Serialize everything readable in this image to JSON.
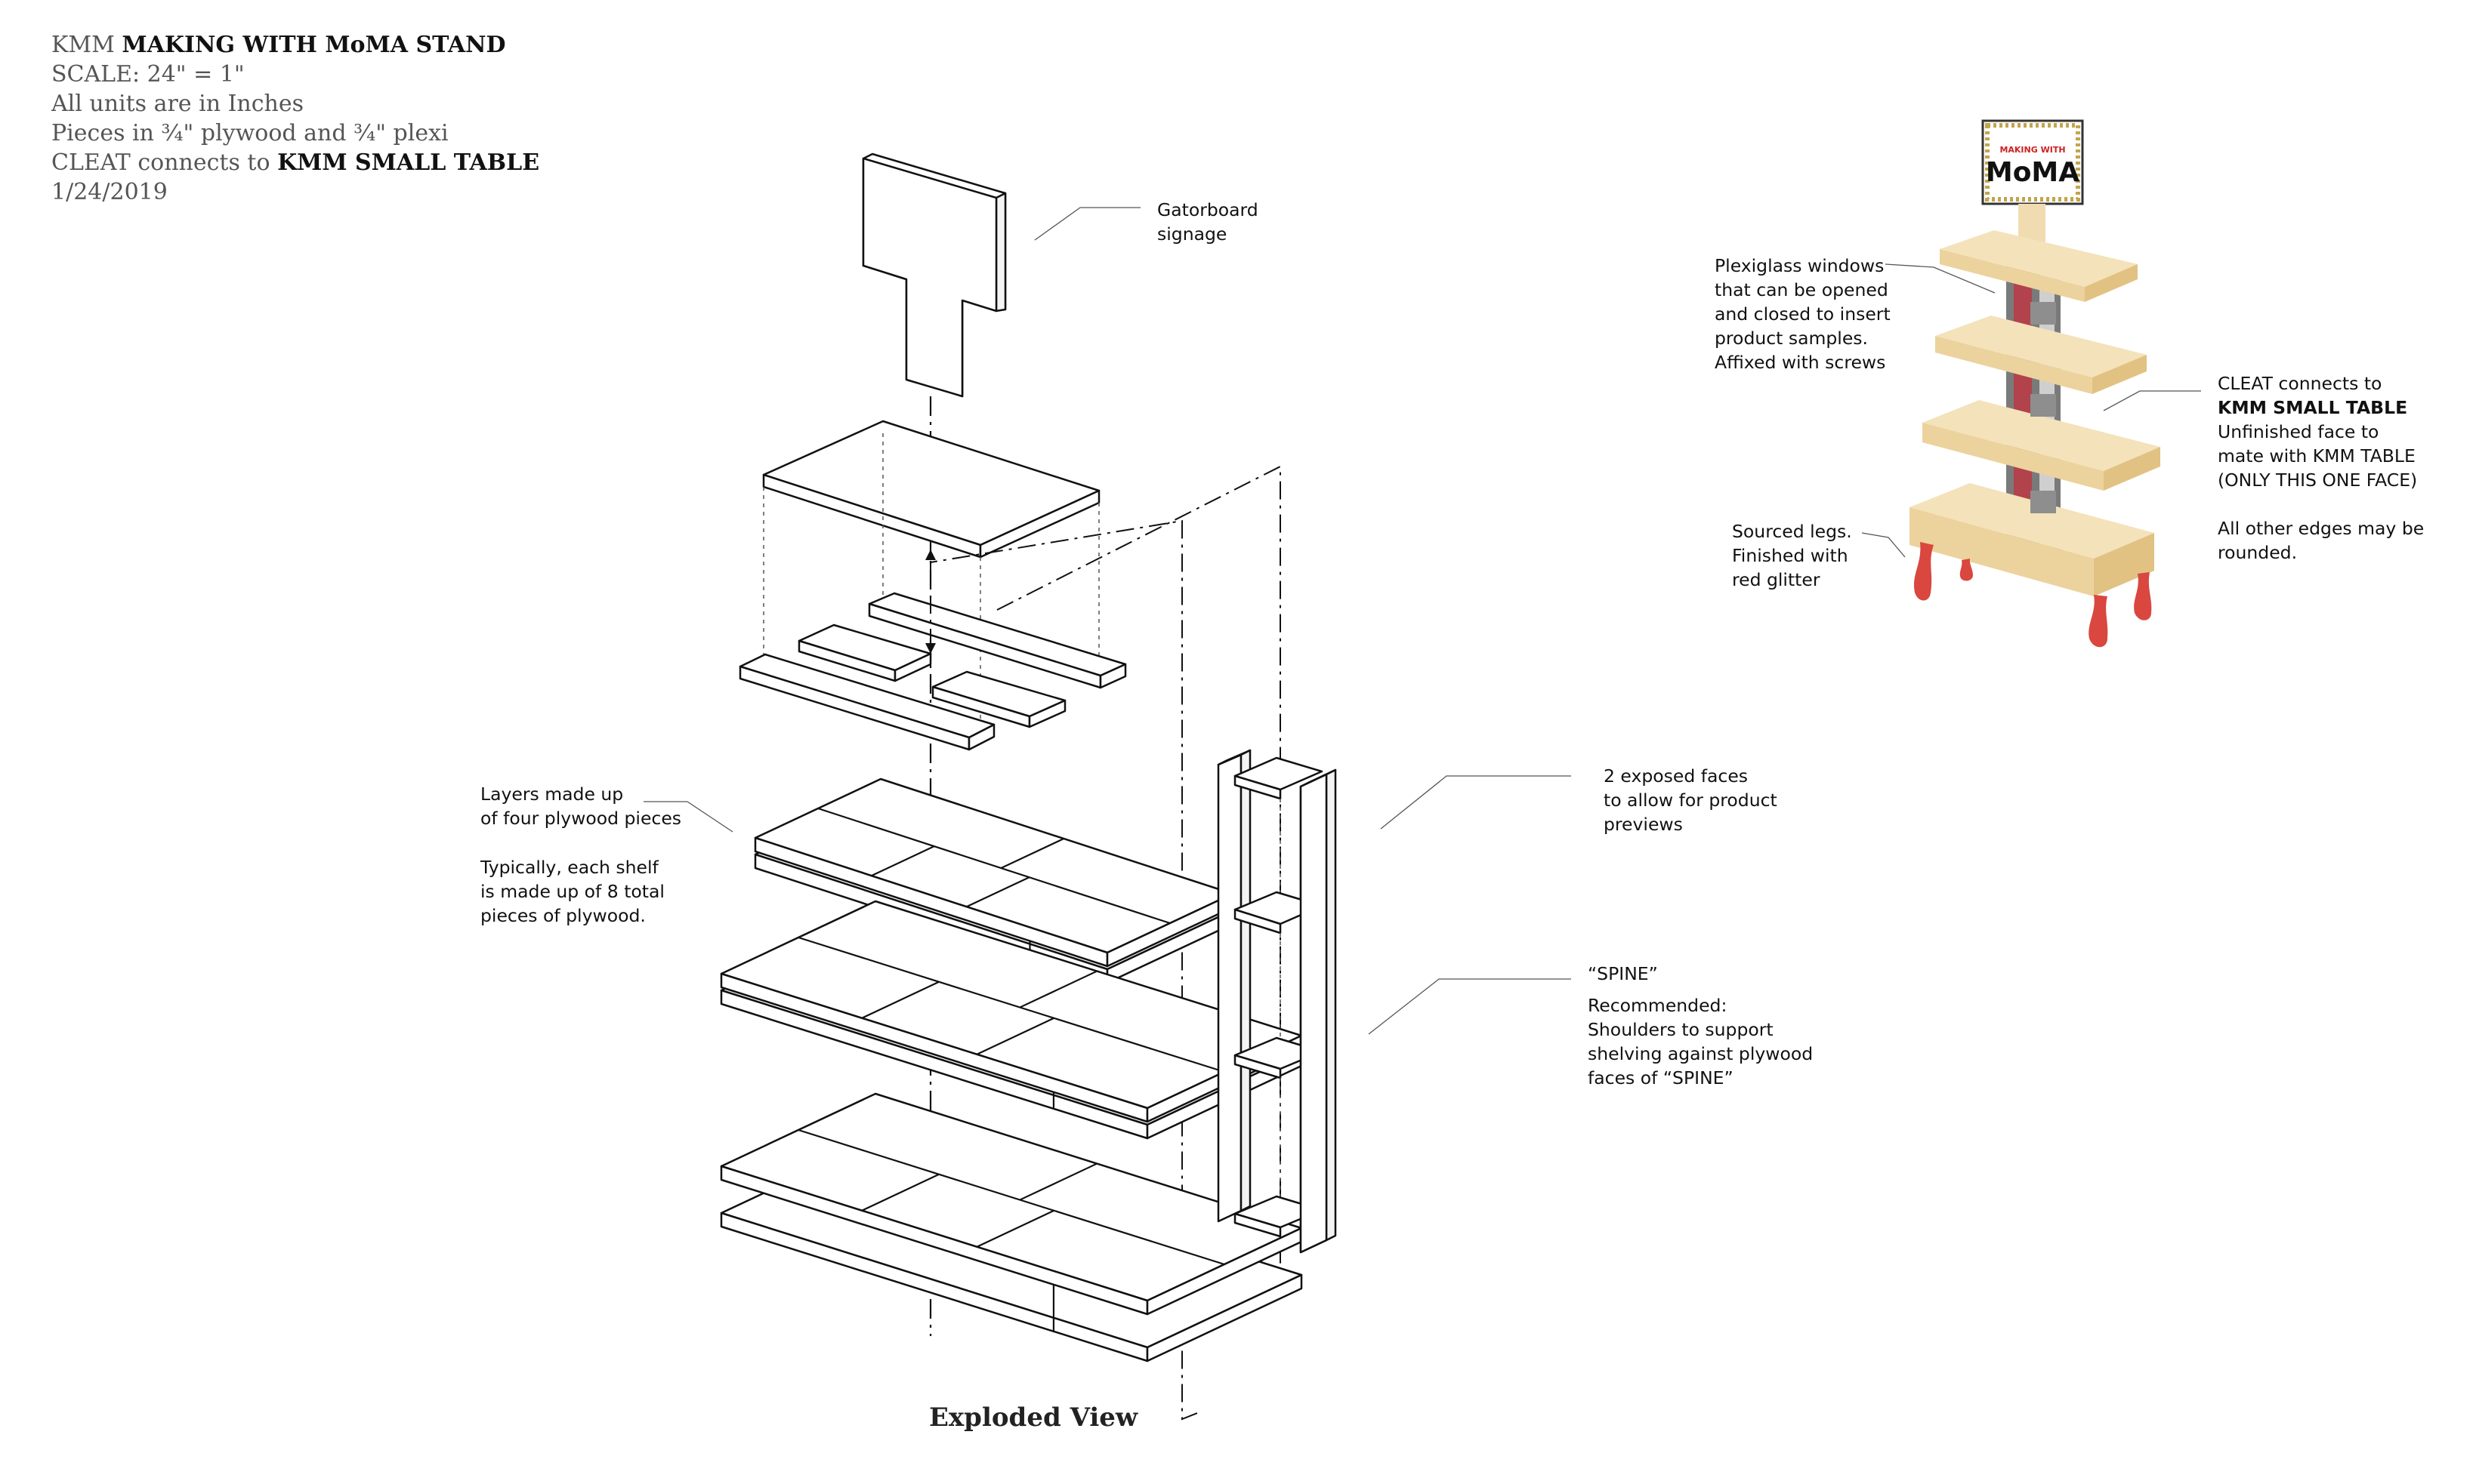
{
  "header": {
    "line1_prefix": "KMM",
    "line1_bold": "MAKING WITH MoMA STAND",
    "scale": "SCALE: 24\" = 1\"",
    "units": "All units are in Inches",
    "pieces": "Pieces in ¾\" plywood and  ¾\" plexi",
    "cleat_prefix": "CLEAT connects to",
    "cleat_bold": "KMM SMALL TABLE",
    "date": "1/24/2019"
  },
  "notes": {
    "gatorboard": [
      "Gatorboard",
      "signage"
    ],
    "layers": [
      "Layers made up",
      "of four plywood pieces"
    ],
    "typically": [
      "Typically, each shelf",
      "is made up of 8 total",
      "pieces of plywood."
    ],
    "exposed": [
      "2 exposed faces",
      "to allow for product",
      "previews"
    ],
    "spine_title": "“SPINE”",
    "spine": [
      "Recommended:",
      "Shoulders to support",
      "shelving against plywood",
      "faces of “SPINE”"
    ],
    "plexi": [
      "Plexiglass windows",
      "that can be opened",
      "and closed to insert",
      "product samples.",
      "Affixed with screws"
    ],
    "cleat_line1": "CLEAT connects to",
    "cleat_bold": "KMM SMALL TABLE",
    "cleat_rest": [
      "Unfinished face to",
      "mate with KMM TABLE",
      "(ONLY THIS ONE FACE)"
    ],
    "edges": [
      "All other edges may be",
      "rounded."
    ],
    "legs": [
      "Sourced legs.",
      "Finished with",
      "red glitter"
    ]
  },
  "sign": {
    "top": "MAKING WITH",
    "main": "MoMA"
  },
  "caption": "Exploded View",
  "colors": {
    "wood": "#f3dfb6",
    "wood_side": "#e4c890",
    "legs": "#d9473f",
    "plexi": "#9a9a9a",
    "plexi_inner": "#b8404a",
    "line": "#111111"
  }
}
